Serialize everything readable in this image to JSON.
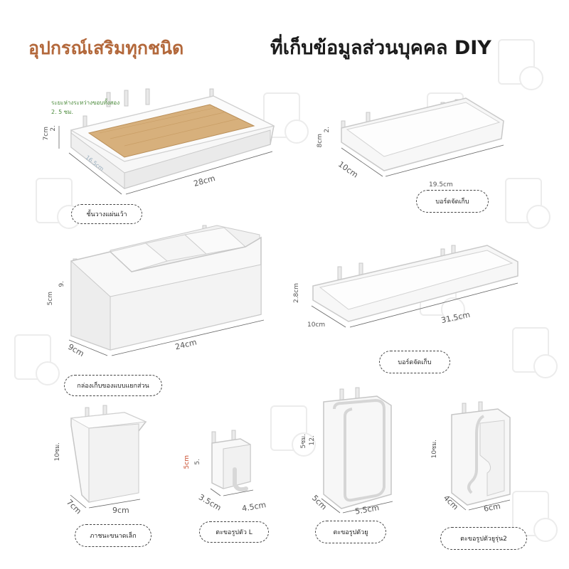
{
  "header": {
    "title_left": "อุปกรณ์เสริมทุกชนิด",
    "title_right": "ที่เก็บข้อมูลส่วนบุคคล DIY"
  },
  "products": {
    "shelf": {
      "label": "ชั้นวางแผ่นเว้า",
      "width": "28cm",
      "height": "7cm",
      "height_frac": "2.",
      "gap_note": "ระยะห่างระหว่างขอบทั้งสอง",
      "gap_value": "2. 5 ซม.",
      "depth": "16.5cm"
    },
    "small_board": {
      "label": "บอร์ดจัดเก็บ",
      "width": "19.5cm",
      "height": "8cm",
      "height_frac": "2.",
      "depth": "10cm"
    },
    "compartment_box": {
      "label": "กล่องเก็บของแบบแยกส่วน",
      "width": "24cm",
      "height": "5cm",
      "height_frac": "9.",
      "depth": "9cm"
    },
    "long_board": {
      "label": "บอร์ดจัดเก็บ",
      "width": "31.5cm",
      "height": "2.8cm",
      "depth": "10cm"
    },
    "small_container": {
      "label": "ภาชนะขนาดเล็ก",
      "height": "10ซม.",
      "width": "9cm",
      "depth": "7cm"
    },
    "l_hook": {
      "label": "ตะขอรูปตัว L",
      "height": "5cm",
      "height_frac": "5.",
      "width": "4.5cm",
      "depth": "3.5cm"
    },
    "u_hook": {
      "label": "ตะขอรูปตัวยู",
      "height": "5ซม.",
      "height_frac": "12.",
      "width": "5.5cm",
      "depth": "5cm"
    },
    "u_hook_2": {
      "label": "ตะขอรูปตัวยูรุ่น2",
      "height": "10ซม.",
      "width": "6cm",
      "depth": "4cm"
    }
  },
  "colors": {
    "title_left": "#b3683b",
    "title_right": "#1a1a1a",
    "wood": "#d7b07c",
    "plastic": "#f7f7f7",
    "outline": "#bdbdbd"
  }
}
